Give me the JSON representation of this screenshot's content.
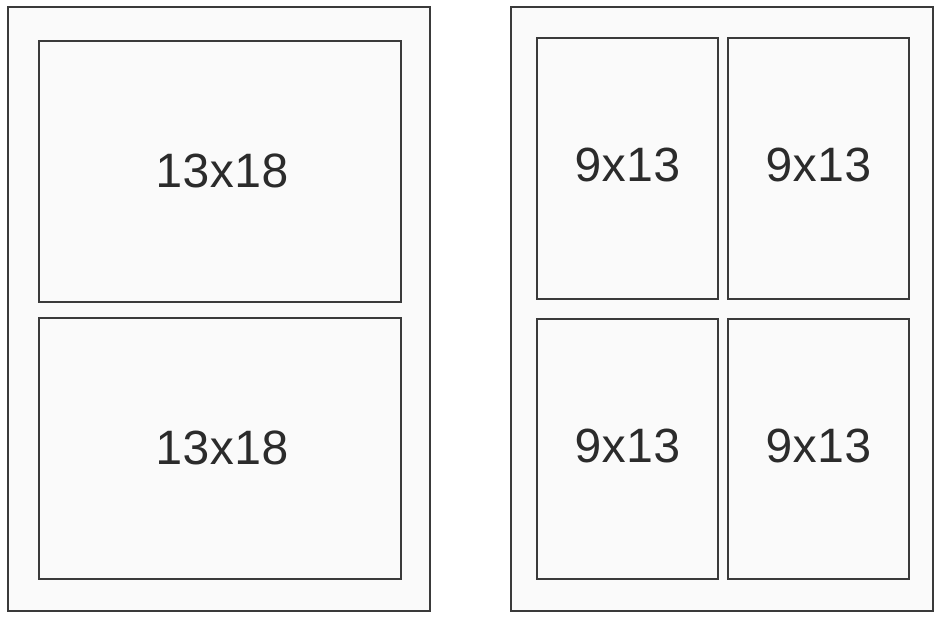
{
  "left_sheet": {
    "slots": [
      {
        "label": "13x18"
      },
      {
        "label": "13x18"
      }
    ]
  },
  "right_sheet": {
    "slots": [
      {
        "label": "9x13"
      },
      {
        "label": "9x13"
      },
      {
        "label": "9x13"
      },
      {
        "label": "9x13"
      }
    ]
  },
  "colors": {
    "stroke": "#3a3a3a",
    "fill": "#fafafa",
    "text": "#2b2b2b"
  }
}
